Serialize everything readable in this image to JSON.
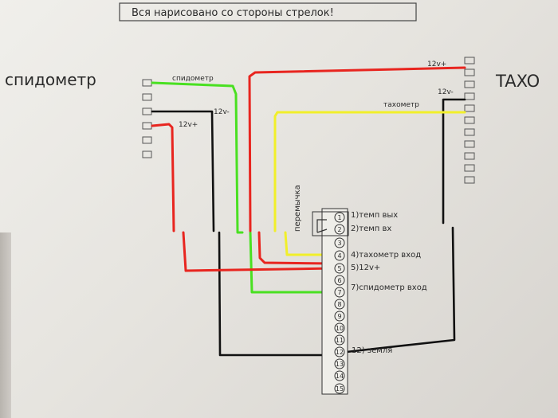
{
  "header_note": "Вся нарисовано со стороны стрелок!",
  "speedometer": {
    "title": "спидометр",
    "wire_labels": {
      "signal": "спидометр",
      "ground": "12v-",
      "power": "12v+"
    }
  },
  "tacho": {
    "title": "TAXO",
    "wire_labels": {
      "power": "12v+",
      "ground": "12v-",
      "signal": "тахометр"
    }
  },
  "connector": {
    "jumper_label": "перемычка",
    "pin_numbers": [
      "1",
      "2",
      "3",
      "4",
      "5",
      "6",
      "7",
      "8",
      "9",
      "10",
      "11",
      "12",
      "13",
      "14",
      "15"
    ],
    "pin_labels": {
      "p1": "1)темп вых",
      "p2": "2)темп вх",
      "p4": "4)тахометр вход",
      "p5": "5)12v+",
      "p7": "7)спидометр вход",
      "p12": "12) земля"
    }
  },
  "wire_colors": {
    "power": "#e8251f",
    "ground": "#111111",
    "speedo_signal": "#49e021",
    "tacho_signal": "#f1ef2a"
  }
}
